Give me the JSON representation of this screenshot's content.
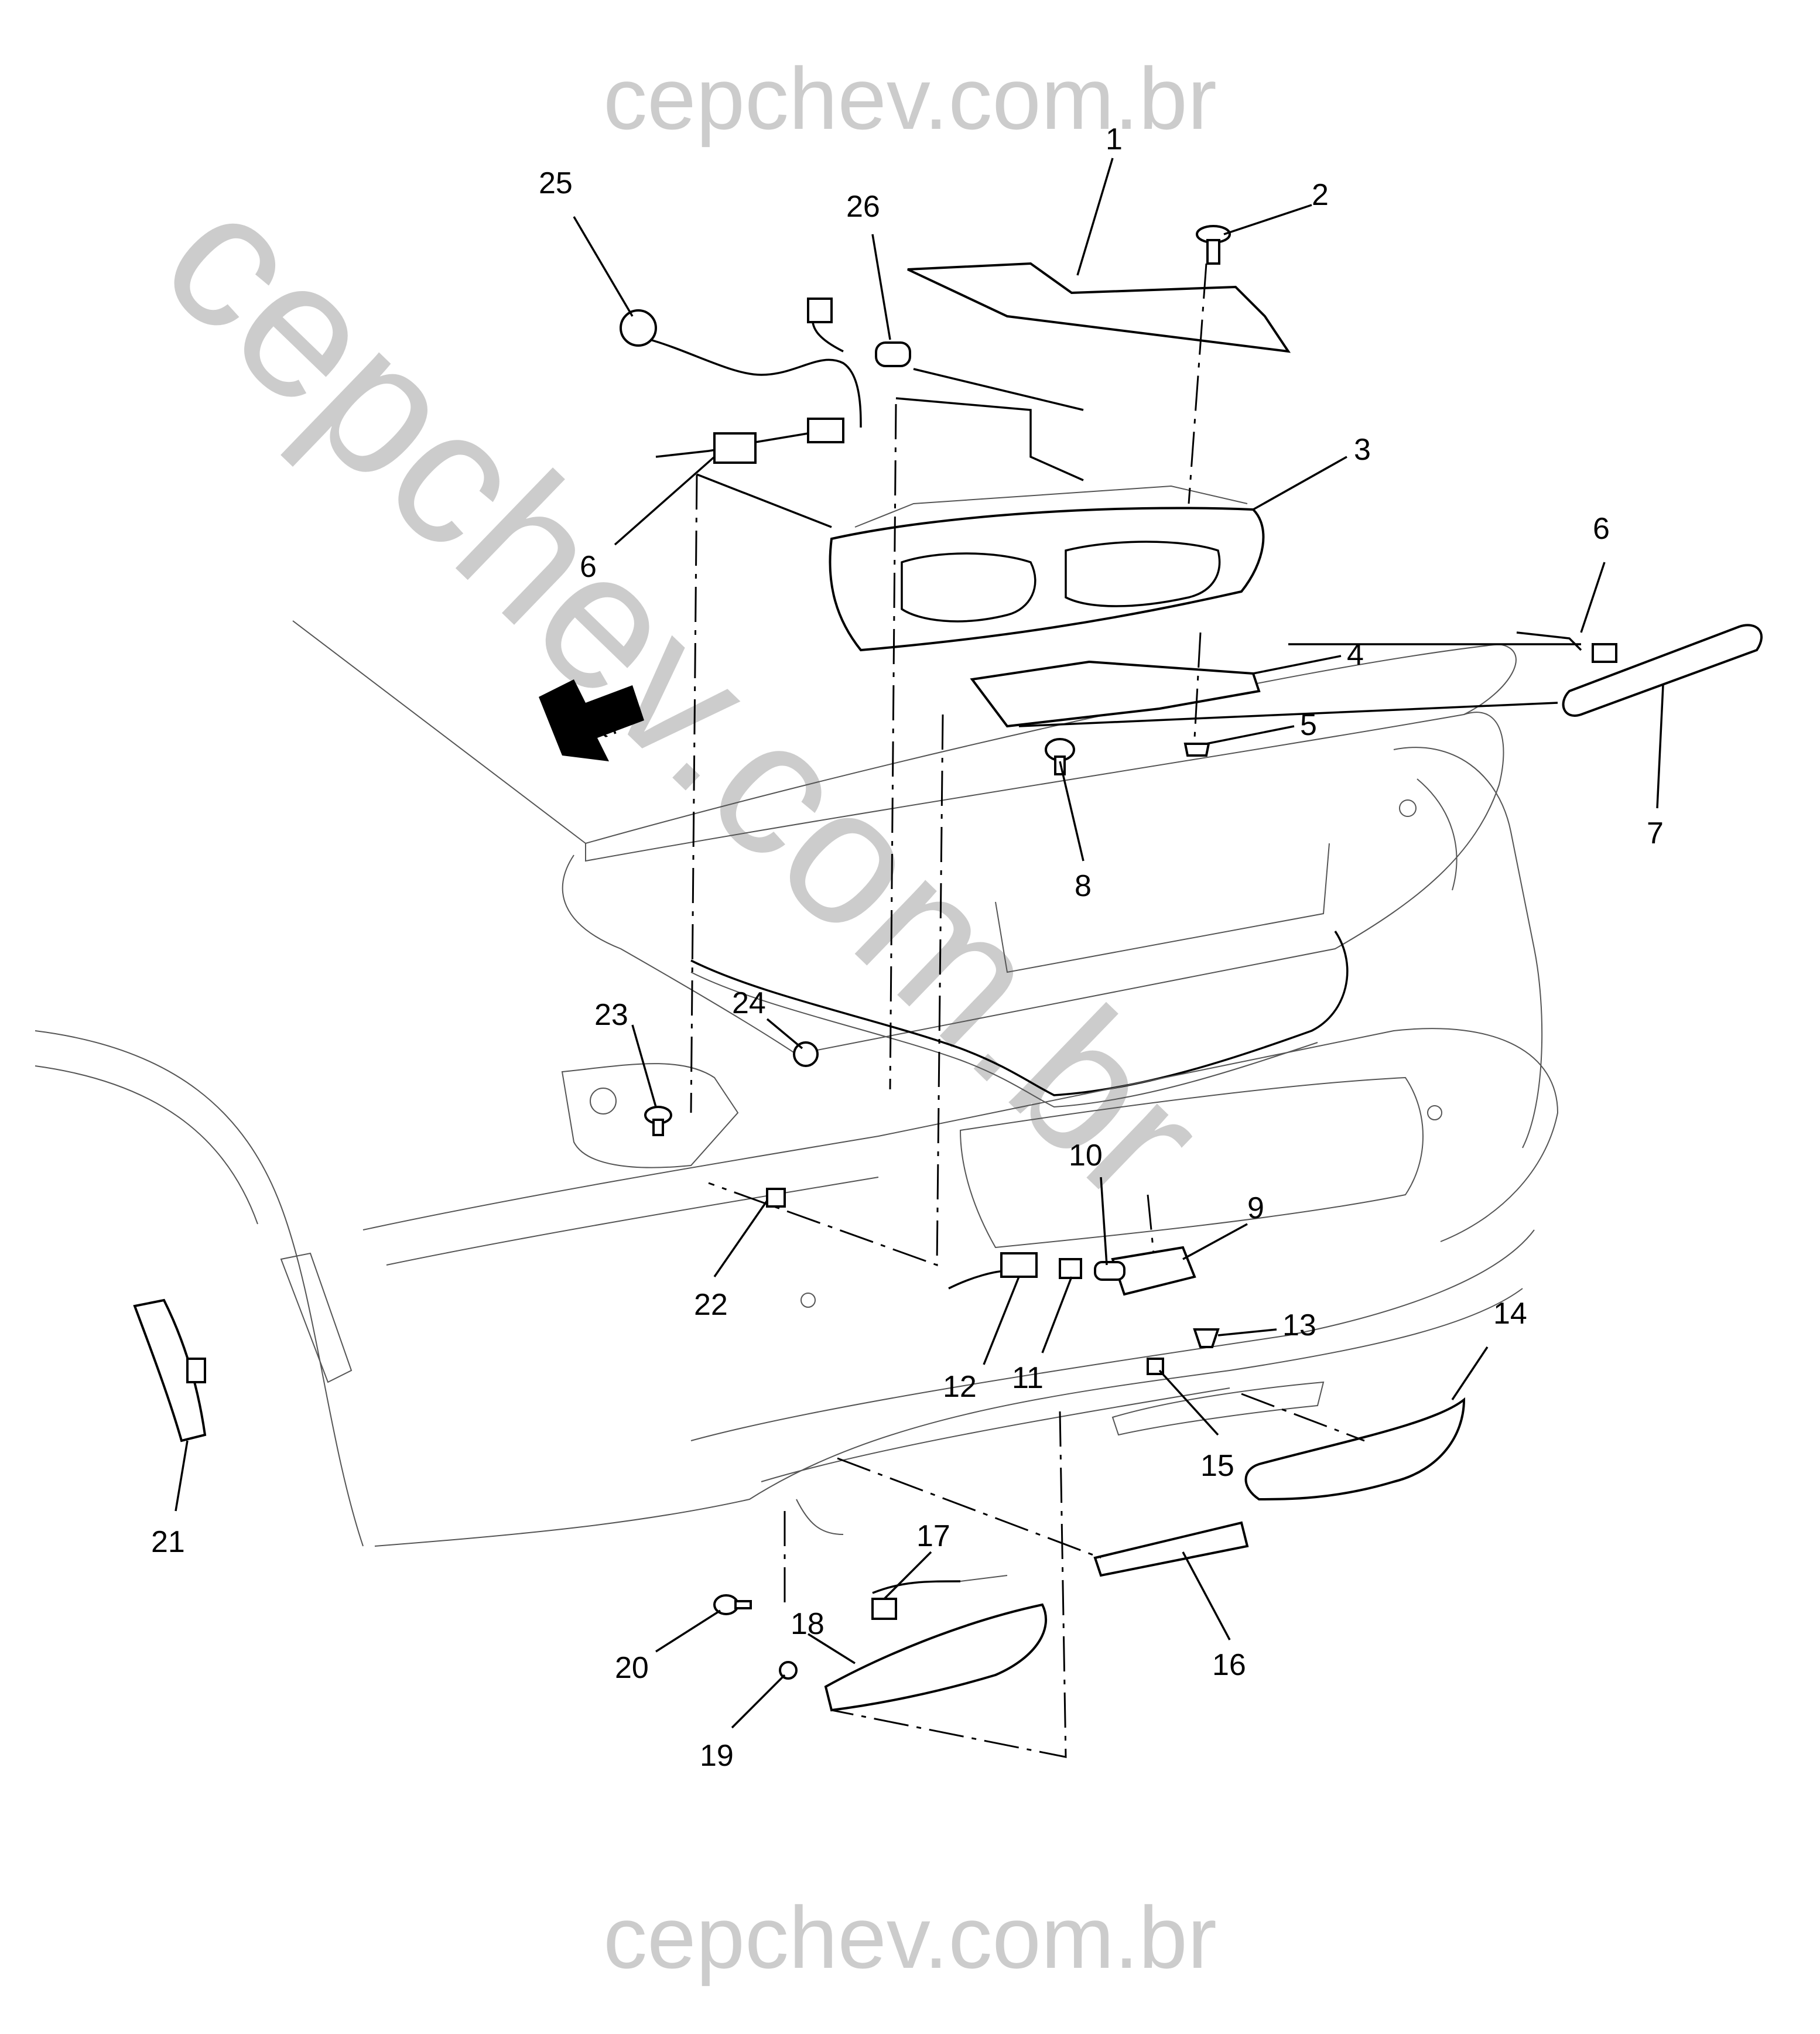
{
  "watermark": {
    "top": "cepchev.com.br",
    "bottom": "cepchev.com.br",
    "diagonal": "cepchev.com.br",
    "color": "#cccccc"
  },
  "orientation_marker": {
    "label": "FRT",
    "icon": "front-arrow-icon"
  },
  "callouts": {
    "c1": "1",
    "c2": "2",
    "c3": "3",
    "c4": "4",
    "c5": "5",
    "c6a": "6",
    "c6b": "6",
    "c7": "7",
    "c8": "8",
    "c9": "9",
    "c10": "10",
    "c11": "11",
    "c12": "12",
    "c13": "13",
    "c14": "14",
    "c15": "15",
    "c16": "16",
    "c17": "17",
    "c18": "18",
    "c19": "19",
    "c20": "20",
    "c21": "21",
    "c22": "22",
    "c23": "23",
    "c24": "24",
    "c25": "25",
    "c26": "26"
  }
}
